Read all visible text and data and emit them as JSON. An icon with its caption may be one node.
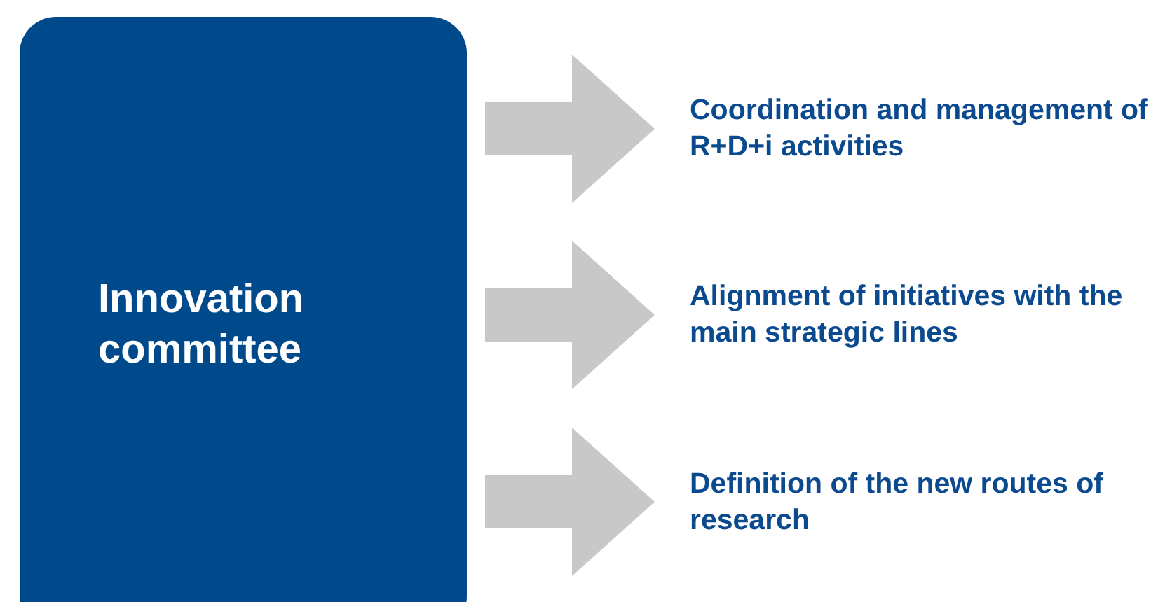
{
  "diagram": {
    "nodes": [
      {
        "text": [
          "Innovation committee"
        ]
      },
      {
        "text": [
          "Coordination and management of R+D+i activities"
        ]
      },
      {
        "text": [
          "Alignment of initiatives with the main strategic lines"
        ]
      },
      {
        "text": [
          "Definition of the new routes of research"
        ]
      }
    ],
    "edges": [
      {
        "from": 0,
        "to": 1,
        "arrow": "to",
        "style": "thick"
      },
      {
        "from": 0,
        "to": 2,
        "arrow": "to",
        "style": "thick"
      },
      {
        "from": 0,
        "to": 3,
        "arrow": "to",
        "style": "thick"
      }
    ]
  }
}
